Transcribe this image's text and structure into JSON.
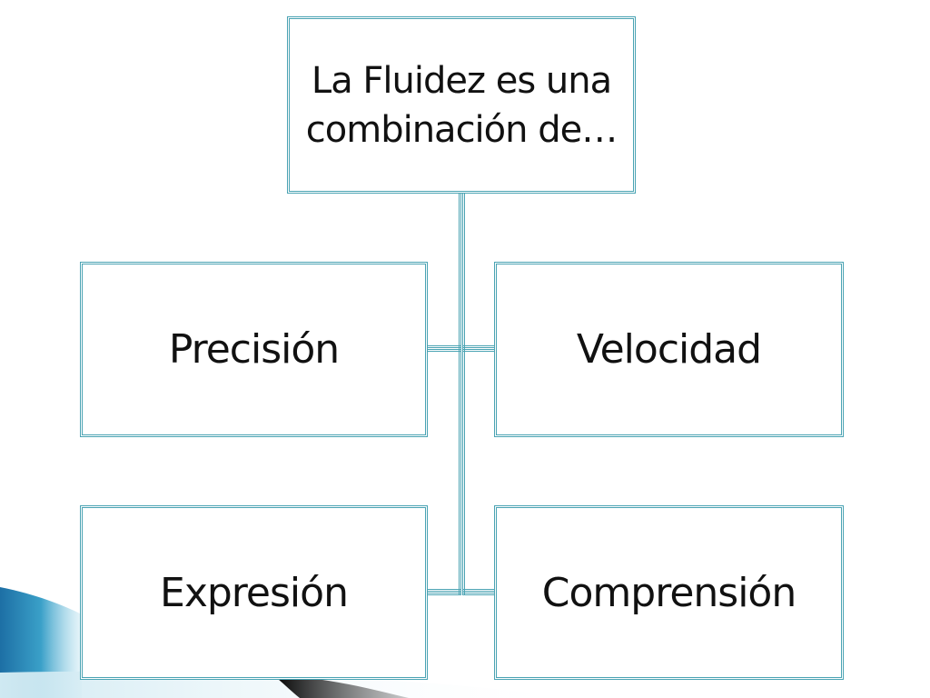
{
  "colors": {
    "box_border": "#4aa3b3",
    "text": "#111111",
    "wave_teal": "#2e8fb8",
    "wave_dark": "#1a1a1a"
  },
  "diagram": {
    "root": {
      "label": "La Fluidez es una combinación de…"
    },
    "children": [
      {
        "label": "Precisión"
      },
      {
        "label": "Velocidad"
      },
      {
        "label": "Expresión"
      },
      {
        "label": "Comprensión"
      }
    ]
  }
}
